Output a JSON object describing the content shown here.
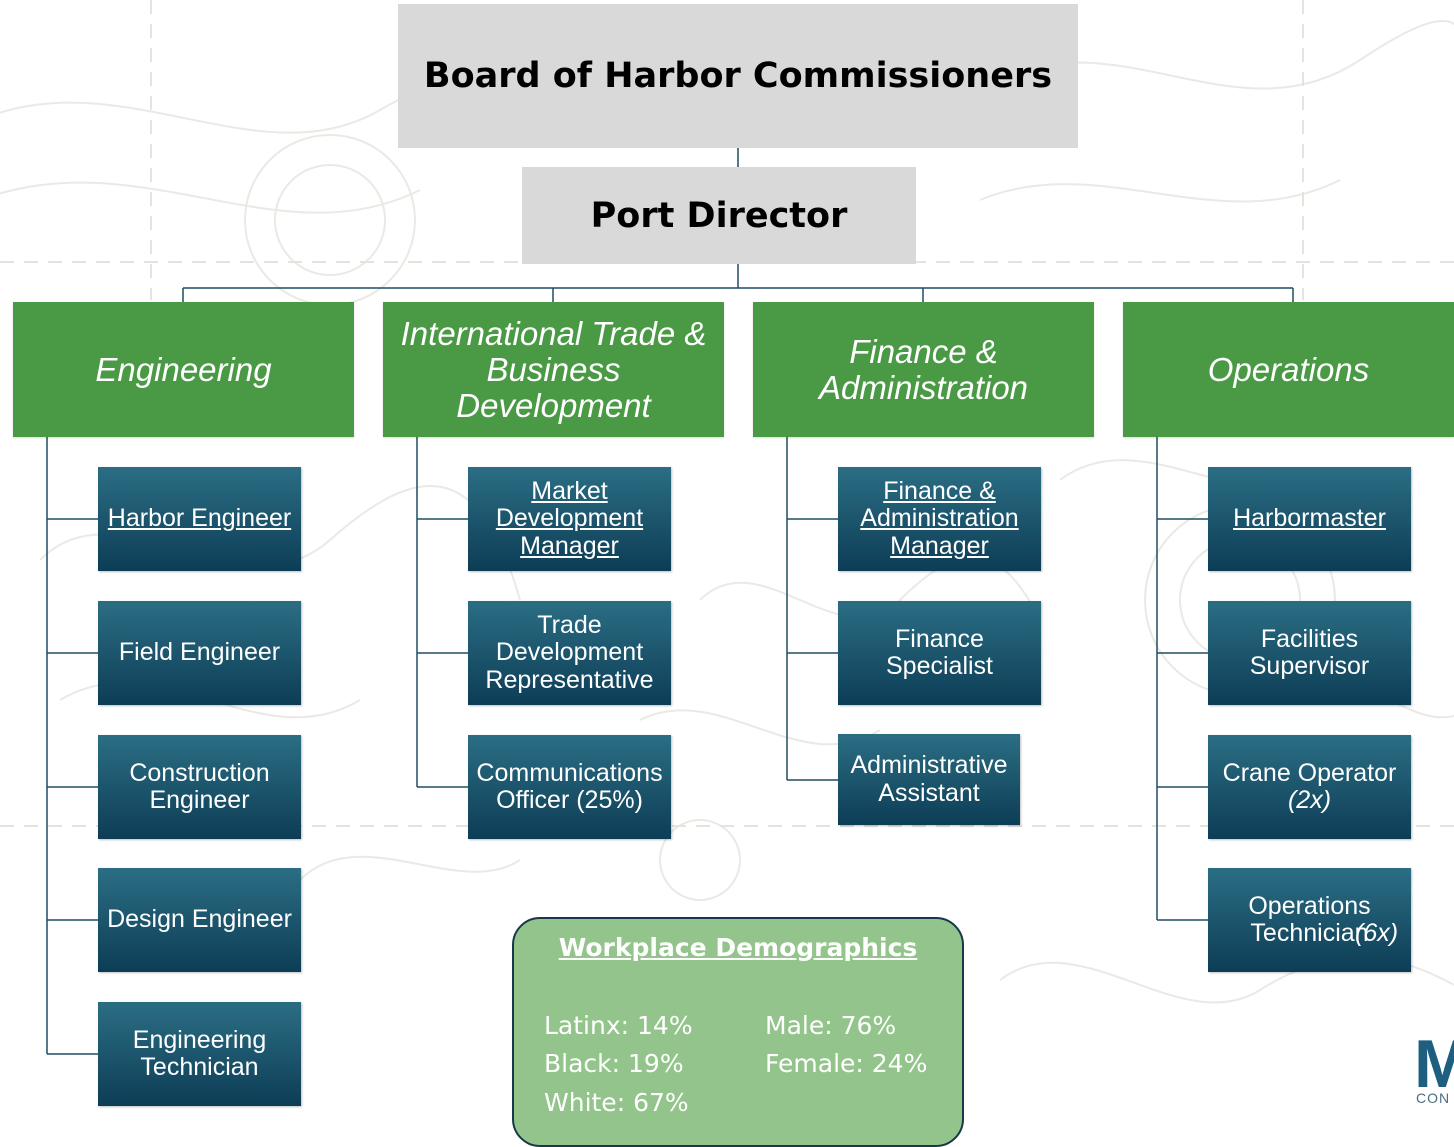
{
  "board": {
    "title": "Board of Harbor Commissioners"
  },
  "director": {
    "title": "Port Director"
  },
  "departments": [
    {
      "name": "Engineering",
      "roles": [
        "Harbor Engineer",
        "Field Engineer",
        "Construction Engineer",
        "Design Engineer",
        "Engineering Technician"
      ]
    },
    {
      "name": "International Trade & Business Development",
      "roles": [
        "Market Development Manager",
        "Trade Development Representative",
        "Communications Officer (25%)"
      ]
    },
    {
      "name": "Finance & Administration",
      "roles": [
        "Finance & Administration Manager",
        "Finance Specialist",
        "Administrative Assistant"
      ]
    },
    {
      "name": "Operations",
      "roles": [
        "Harbormaster",
        "Facilities Supervisor",
        "Crane Operator",
        "Operations Technician"
      ],
      "role_counts": [
        "",
        "",
        "(2x)",
        "(6x)"
      ]
    }
  ],
  "demographics": {
    "title": "Workplace Demographics",
    "latinx": "Latinx: 14%",
    "black": "Black: 19%",
    "white": "White: 67%",
    "male": "Male: 76%",
    "female": "Female: 24%"
  },
  "logo": {
    "mark": "M",
    "sub": "CON"
  },
  "colors": {
    "department": "#4a9a45",
    "role_top": "#2b6e84",
    "role_bottom": "#0d3d56",
    "top_box": "#d9d9d9",
    "connector": "#1f4e63",
    "demographics_bg": "#93c48b"
  }
}
